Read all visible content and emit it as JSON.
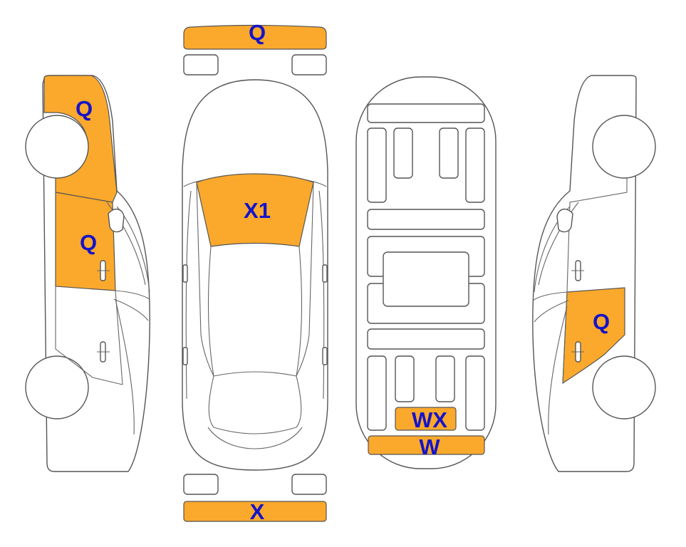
{
  "colors": {
    "damage_fill": "#FBA92C",
    "label_text": "#1414C8",
    "outline": "#555555",
    "background": "#FFFFFF"
  },
  "labels": {
    "front_bumper": "Q",
    "windshield": "X1",
    "rear_bumper": "X",
    "left_front_fender": "Q",
    "left_front_door": "Q",
    "right_rear_door": "Q",
    "underbody_rear_panel": "WX",
    "underbody_rear_edge": "W"
  }
}
